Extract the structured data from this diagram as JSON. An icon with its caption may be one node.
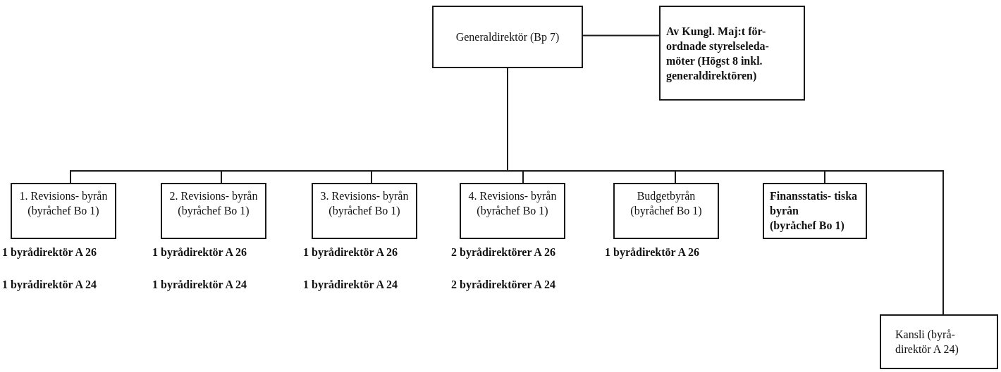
{
  "diagram": {
    "nodes": [
      {
        "text": [
          "Generaldirektör (Bp 7)"
        ]
      },
      {
        "text": [
          "Av Kungl. Maj:t för- ordnade styrelseleda- möter (Högst 8 inkl. generaldirektören)"
        ]
      },
      {
        "text": [
          "1. Revisions- byrån",
          "(byråchef Bo 1)"
        ],
        "beside": [
          "1 byrådirektör A 26",
          "1 byrådirektör A 24"
        ]
      },
      {
        "text": [
          "2. Revisions- byrån",
          "(byråchef Bo 1)"
        ],
        "beside": [
          "1 byrådirektör A 26",
          "1 byrådirektör A 24"
        ]
      },
      {
        "text": [
          "3. Revisions- byrån",
          "(byråchef Bo 1)"
        ],
        "beside": [
          "1 byrådirektör A 26",
          "1 byrådirektör A 24"
        ]
      },
      {
        "text": [
          "4. Revisions- byrån",
          "(byråchef Bo 1)"
        ],
        "beside": [
          "2 byrådirektörer A 26",
          "2 byrådirektörer A 24"
        ]
      },
      {
        "text": [
          "Budgetbyrån",
          "(byråchef Bo 1)"
        ],
        "beside": [
          "1 byrådirektör A 26"
        ]
      },
      {
        "text": [
          "Finansstatis- tiska byrån",
          "(byråchef Bo 1)"
        ]
      },
      {
        "text": [
          "Kansli (byrå- direktör A 24)"
        ]
      }
    ],
    "edges": [
      {
        "from": 0,
        "to": 1,
        "arrow": "none"
      },
      {
        "from": 0,
        "to": 2,
        "arrow": "none"
      },
      {
        "from": 0,
        "to": 3,
        "arrow": "none"
      },
      {
        "from": 0,
        "to": 4,
        "arrow": "none"
      },
      {
        "from": 0,
        "to": 5,
        "arrow": "none"
      },
      {
        "from": 0,
        "to": 6,
        "arrow": "none"
      },
      {
        "from": 0,
        "to": 7,
        "arrow": "none"
      },
      {
        "from": 0,
        "to": 8,
        "arrow": "none"
      }
    ]
  }
}
